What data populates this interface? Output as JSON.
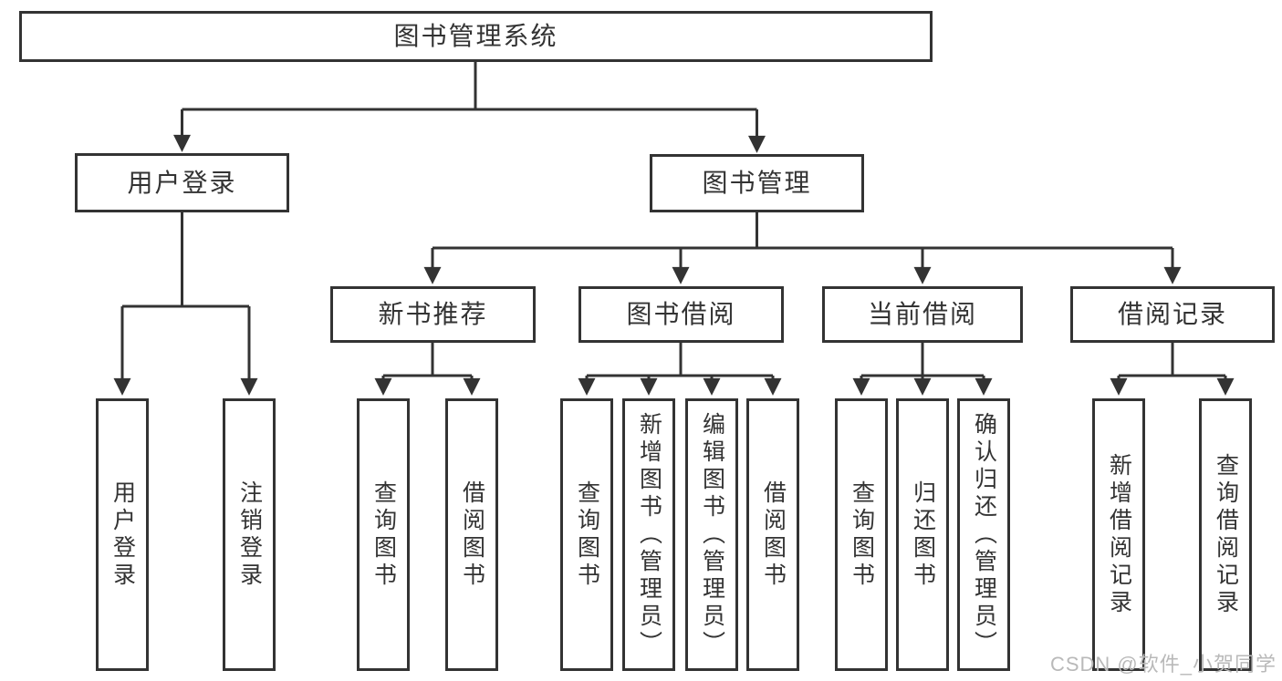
{
  "colors": {
    "line": "#333333",
    "box_border": "#333333",
    "text": "#333333",
    "watermark": "#b9b9b9",
    "background": "#ffffff"
  },
  "tree": {
    "root": {
      "label": "图书管理系统",
      "children": [
        {
          "label": "用户登录",
          "children": [
            {
              "label": "用户登录"
            },
            {
              "label": "注销登录"
            }
          ]
        },
        {
          "label": "图书管理",
          "children": [
            {
              "label": "新书推荐",
              "children": [
                {
                  "label": "查询图书"
                },
                {
                  "label": "借阅图书"
                }
              ]
            },
            {
              "label": "图书借阅",
              "children": [
                {
                  "label": "查询图书"
                },
                {
                  "label": "新增图书（管理员）"
                },
                {
                  "label": "编辑图书（管理员）"
                },
                {
                  "label": "借阅图书"
                }
              ]
            },
            {
              "label": "当前借阅",
              "children": [
                {
                  "label": "查询图书"
                },
                {
                  "label": "归还图书"
                },
                {
                  "label": "确认归还（管理员）"
                }
              ]
            },
            {
              "label": "借阅记录",
              "children": [
                {
                  "label": "新增借阅记录"
                },
                {
                  "label": "查询借阅记录"
                }
              ]
            }
          ]
        }
      ]
    }
  },
  "watermark": {
    "text": "CSDN @软件_小贺同学"
  }
}
